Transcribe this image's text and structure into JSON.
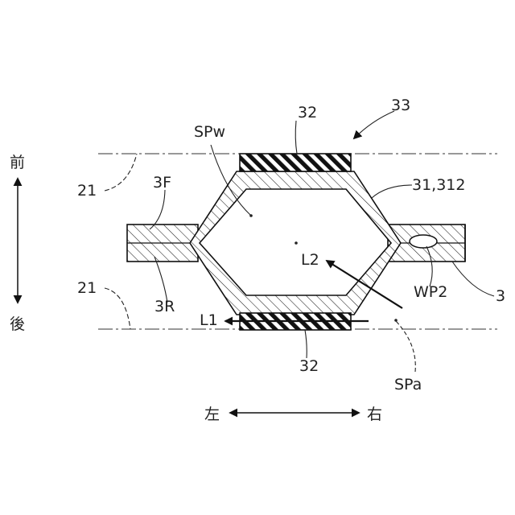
{
  "colors": {
    "line": "#222222",
    "background": "#ffffff"
  },
  "labels": {
    "ref_33": "33",
    "ref_32_top": "32",
    "ref_32_bottom": "32",
    "sp_w": "SPw",
    "ref_21_top": "21",
    "ref_21_bottom": "21",
    "ref_3f": "3F",
    "ref_3r": "3R",
    "ref_31_312": "31,312",
    "l2": "L2",
    "l1": "L1",
    "wp2": "WP2",
    "ref_3": "3",
    "sp_a": "SPa"
  },
  "directions": {
    "front": "前",
    "rear": "後",
    "left": "左",
    "right": "右"
  }
}
